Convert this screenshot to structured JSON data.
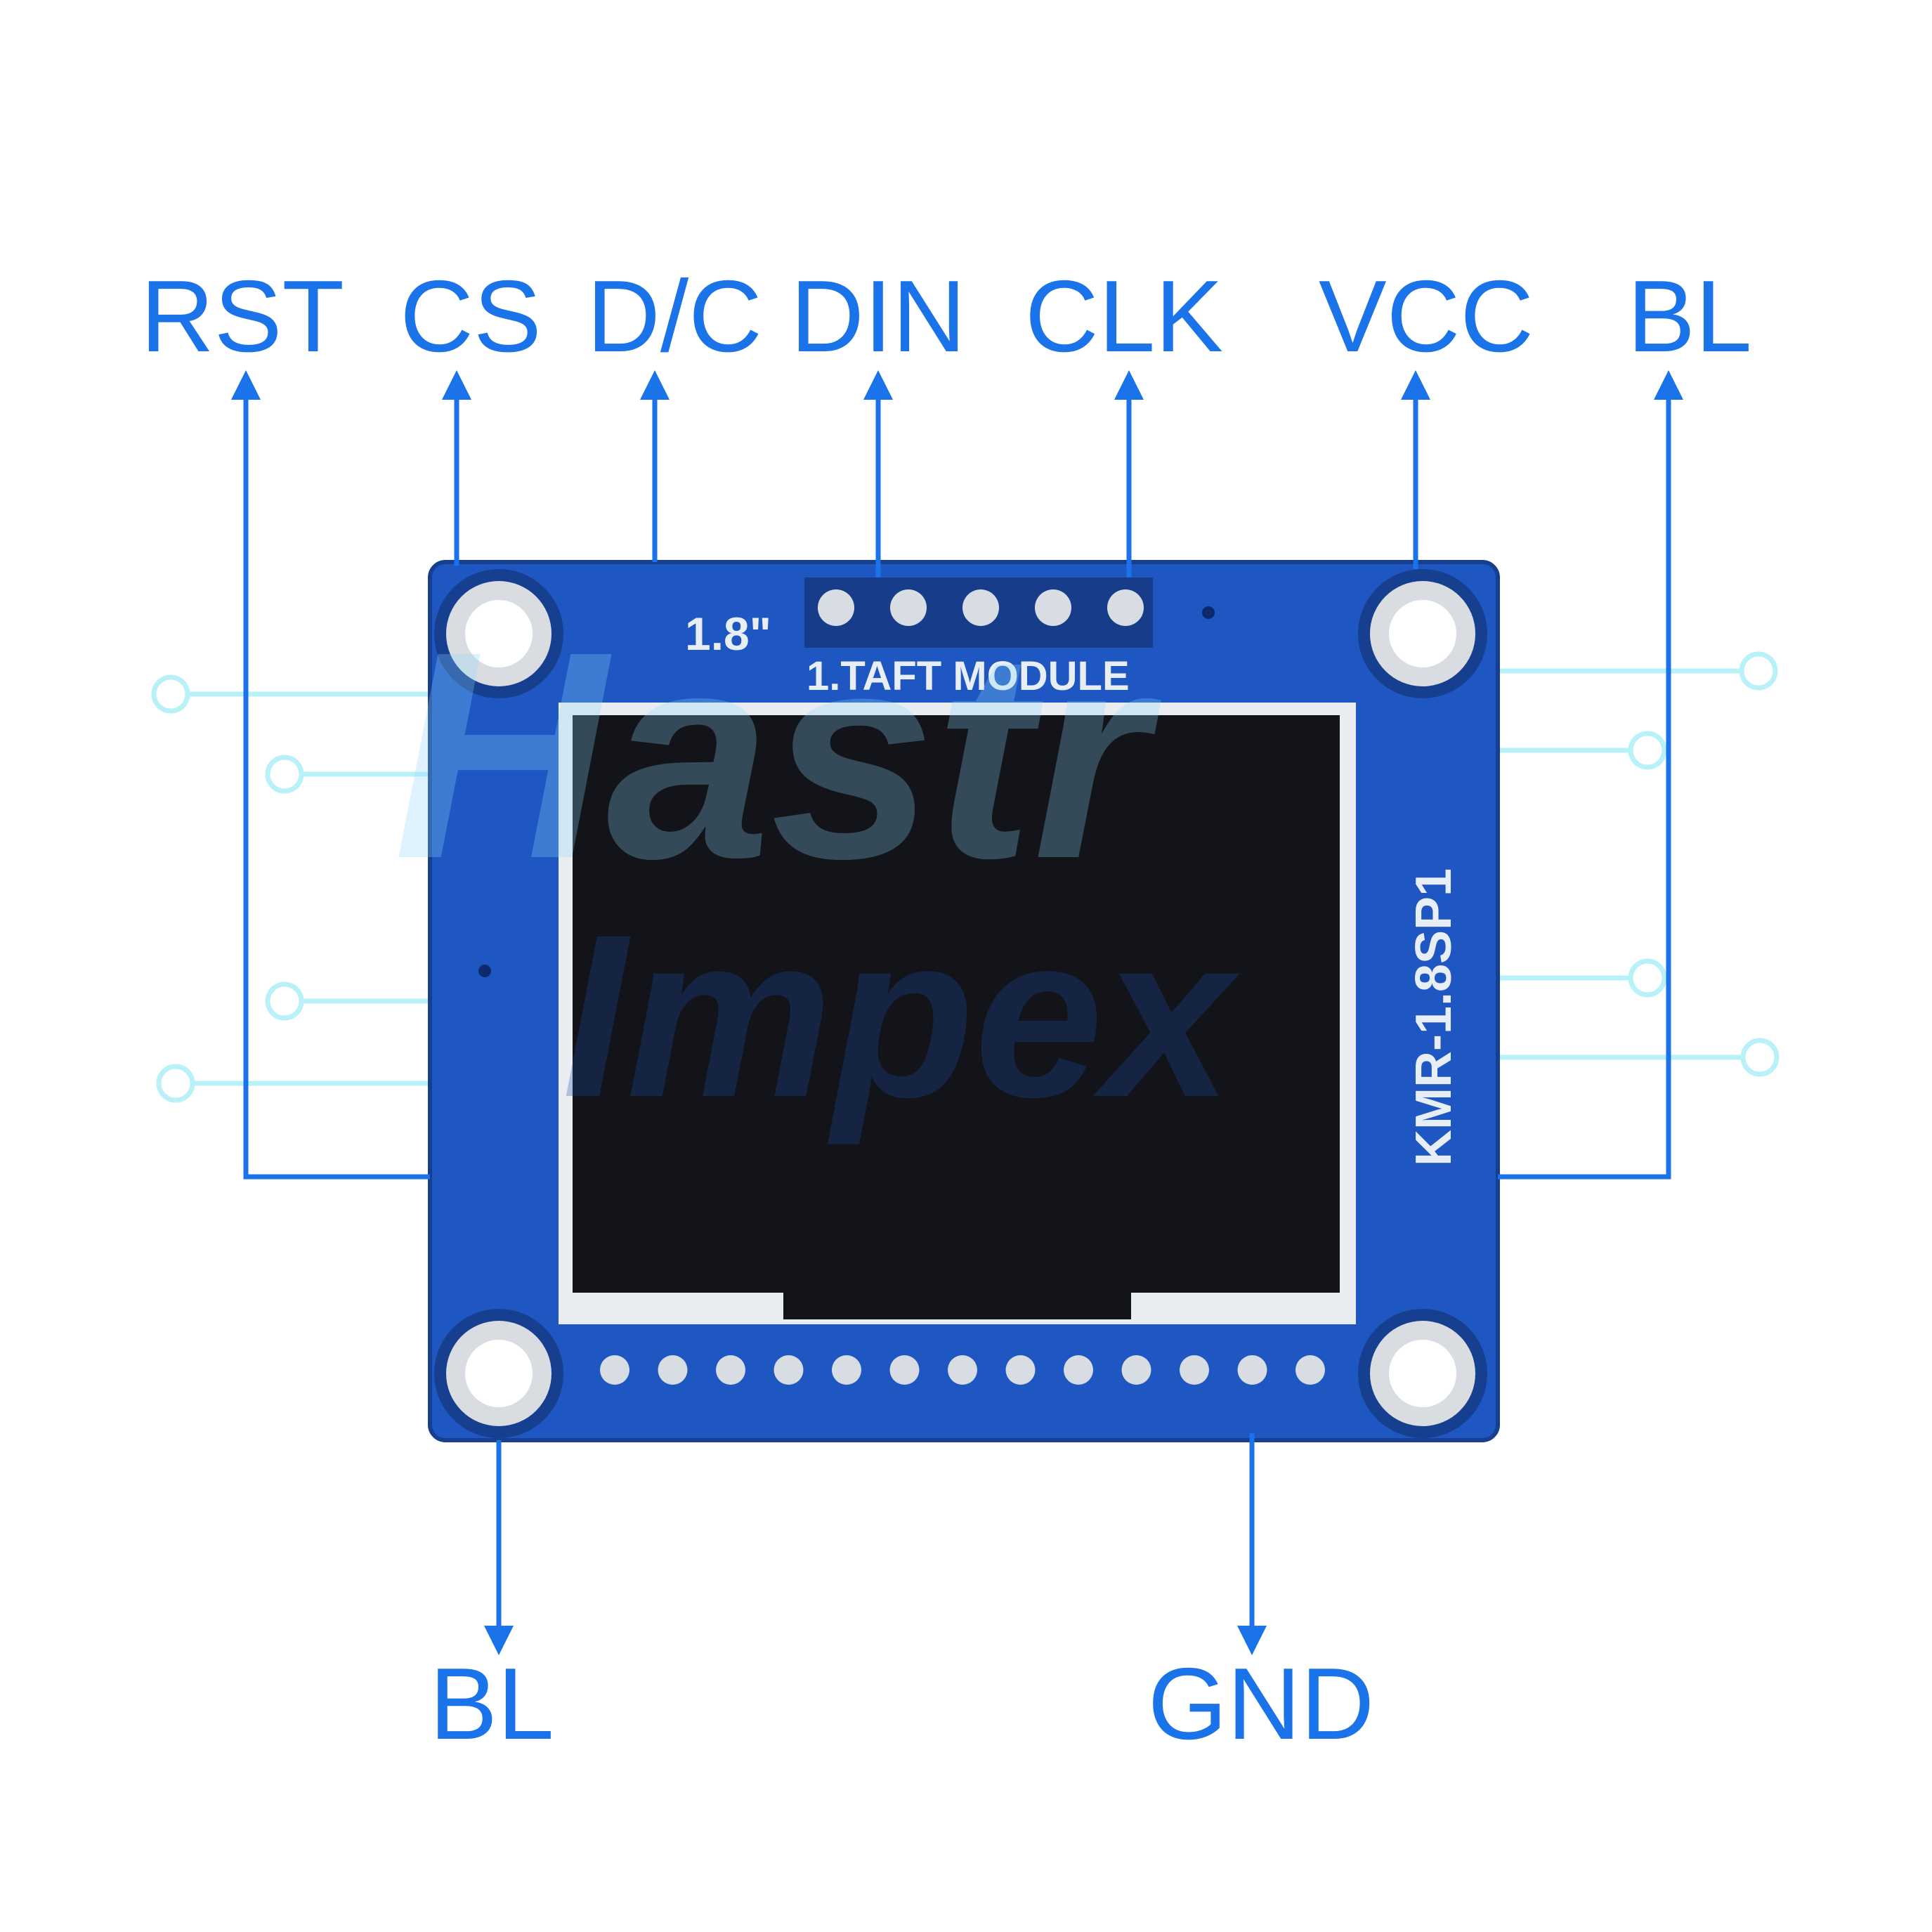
{
  "pins_top": [
    "RST",
    "CS",
    "D/C",
    "DIN",
    "CLK",
    "VCC",
    "BL"
  ],
  "pins_bottom": [
    "BL",
    "GND"
  ],
  "board": {
    "size_mark": "1.8\"",
    "module_label": "1.TAFT MODULE",
    "model": "KMR-1.8SP1",
    "color": "#1f57c2",
    "screen_color": "#121419"
  },
  "watermark": {
    "line1": "Hastr",
    "line2": "Impex"
  },
  "colors": {
    "label": "#1a73e8",
    "decoration": "#b9f1f8"
  }
}
